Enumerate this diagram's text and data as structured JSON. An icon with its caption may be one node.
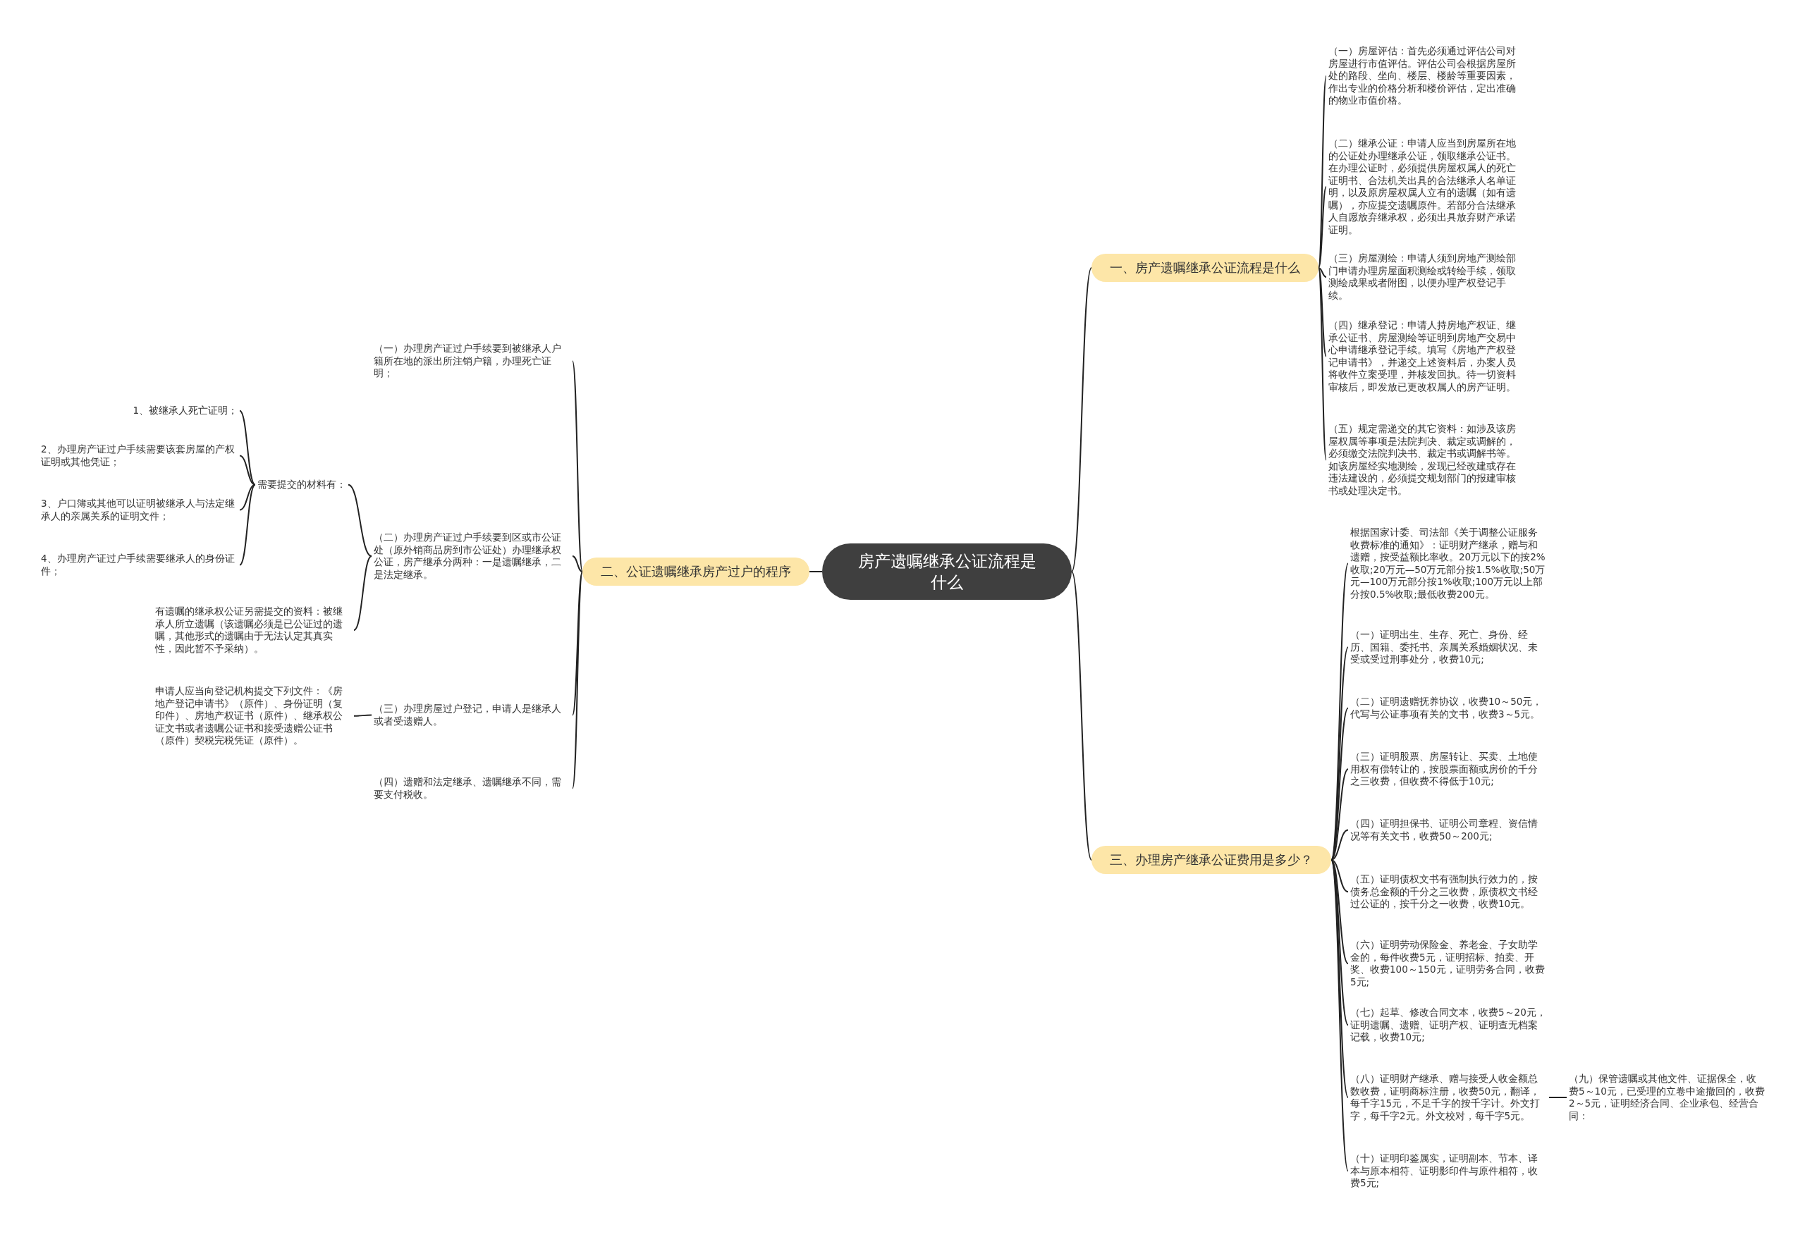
{
  "diagram": {
    "nodes": [
      {
        "text": [
          "房产遗嘱继承公证流程是什么"
        ]
      },
      {
        "text": [
          "一、房产遗嘱继承公证流程是什么"
        ]
      },
      {
        "text": [
          "（一）房屋评估：首先必须通过评估公司对房屋进行市值评估。评估公司会根据房屋所处的路段、坐向、楼层、楼龄等重要因素，作出专业的价格分析和楼价评估，定出准确的物业市值价格。"
        ]
      },
      {
        "text": [
          "（二）继承公证：申请人应当到房屋所在地的公证处办理继承公证，领取继承公证书。在办理公证时，必须提供房屋权属人的死亡证明书、合法机关出具的合法继承人名单证明，以及原房屋权属人立有的遗嘱（如有遗嘱），亦应提交遗嘱原件。若部分合法继承人自愿放弃继承权，必须出具放弃财产承诺证明。"
        ]
      },
      {
        "text": [
          "（三）房屋测绘：申请人须到房地产测绘部门申请办理房屋面积测绘或转绘手续，领取测绘成果或者附图，以便办理产权登记手续。"
        ]
      },
      {
        "text": [
          "（四）继承登记：申请人持房地产权证、继承公证书、房屋测绘等证明到房地产交易中心申请继承登记手续。填写《房地产产权登记申请书》，并递交上述资料后，办案人员将收件立案受理，并核发回执。待一切资料审核后，即发放已更改权属人的房产证明。"
        ]
      },
      {
        "text": [
          "（五）规定需递交的其它资料：如涉及该房屋权属等事项是法院判决、裁定或调解的，必须缴交法院判决书、裁定书或调解书等。如该房屋经实地测绘，发现已经改建或存在违法建设的，必须提交规划部门的报建审核书或处理决定书。"
        ]
      },
      {
        "text": [
          "二、公证遗嘱继承房产过户的程序"
        ]
      },
      {
        "text": [
          "（一）办理房产证过户手续要到被继承人户籍所在地的派出所注销户籍，办理死亡证明；"
        ]
      },
      {
        "text": [
          "（二）办理房产证过户手续要到区或市公证处（原外销商品房到市公证处）办理继承权公证，房产继承分两种：一是遗嘱继承，二是法定继承。"
        ]
      },
      {
        "text": [
          "需要提交的材料有："
        ]
      },
      {
        "text": [
          "1、被继承人死亡证明；"
        ]
      },
      {
        "text": [
          "2、办理房产证过户手续需要该套房屋的产权证明或其他凭证；"
        ]
      },
      {
        "text": [
          "3、户口簿或其他可以证明被继承人与法定继承人的亲属关系的证明文件；"
        ]
      },
      {
        "text": [
          "4、办理房产证过户手续需要继承人的身份证件；"
        ]
      },
      {
        "text": [
          "有遗嘱的继承权公证另需提交的资料：被继承人所立遗嘱（该遗嘱必须是已公证过的遗嘱，其他形式的遗嘱由于无法认定其真实性，因此暂不予采纳）。"
        ]
      },
      {
        "text": [
          "（三）办理房屋过户登记，申请人是继承人或者受遗赠人。"
        ]
      },
      {
        "text": [
          "申请人应当向登记机构提交下列文件：《房地产登记申请书》（原件）、身份证明（复印件）、房地产权证书（原件）、继承权公证文书或者遗嘱公证书和接受遗赠公证书（原件）契税完税凭证（原件）。"
        ]
      },
      {
        "text": [
          "（四）遗赠和法定继承、遗嘱继承不同，需要支付税收。"
        ]
      },
      {
        "text": [
          "三、办理房产继承公证费用是多少？"
        ]
      },
      {
        "text": [
          "根据国家计委、司法部《关于调整公证服务收费标准的通知》：证明财产继承，赠与和遗赠，按受益额比率收。20万元以下的按2%收取;20万元—50万元部分按1.5%收取;50万元—100万元部分按1%收取;100万元以上部分按0.5%收取;最低收费200元。"
        ]
      },
      {
        "text": [
          "（一）证明出生、生存、死亡、身份、经历、国籍、委托书、亲属关系婚姻状况、未受或受过刑事处分，收费10元;"
        ]
      },
      {
        "text": [
          "（二）证明遗赠抚养协议，收费10～50元，代写与公证事项有关的文书，收费3～5元。"
        ]
      },
      {
        "text": [
          "（三）证明股票、房屋转让、买卖、土地使用权有偿转让的，按股票面额或房价的千分之三收费，但收费不得低于10元;"
        ]
      },
      {
        "text": [
          "（四）证明担保书、证明公司章程、资信情况等有关文书，收费50～200元;"
        ]
      },
      {
        "text": [
          "（五）证明债权文书有强制执行效力的，按债务总金额的千分之三收费，原债权文书经过公证的，按千分之一收费，收费10元。"
        ]
      },
      {
        "text": [
          "（六）证明劳动保险金、养老金、子女助学金的，每件收费5元，证明招标、拍卖、开奖、收费100～150元，证明劳务合同，收费5元;"
        ]
      },
      {
        "text": [
          "（七）起草、修改合同文本，收费5～20元，证明遗嘱、遗赠、证明产权、证明查无档案记载，收费10元;"
        ]
      },
      {
        "text": [
          "（八）证明财产继承、赠与接受人收金额总数收费，证明商标注册，收费50元，翻译，每千字15元，不足千字的按千字计。外文打字，每千字2元。外文校对，每千字5元。"
        ]
      },
      {
        "text": [
          "（九）保管遗嘱或其他文件、证据保全，收费5～10元，已受理的立卷中途撤回的，收费2～5元，证明经济合同、企业承包、经营合同："
        ]
      },
      {
        "text": [
          "（十）证明印鉴属实，证明副本、节本、译本与原本相符、证明影印件与原件相符，收费5元;"
        ]
      }
    ],
    "edges": [
      {
        "from": 0,
        "to": 1,
        "arrow": "none"
      },
      {
        "from": 0,
        "to": 7,
        "arrow": "none"
      },
      {
        "from": 0,
        "to": 19,
        "arrow": "none"
      },
      {
        "from": 1,
        "to": 2,
        "arrow": "none"
      },
      {
        "from": 1,
        "to": 3,
        "arrow": "none"
      },
      {
        "from": 1,
        "to": 4,
        "arrow": "none"
      },
      {
        "from": 1,
        "to": 5,
        "arrow": "none"
      },
      {
        "from": 1,
        "to": 6,
        "arrow": "none"
      },
      {
        "from": 7,
        "to": 8,
        "arrow": "none"
      },
      {
        "from": 7,
        "to": 9,
        "arrow": "none"
      },
      {
        "from": 7,
        "to": 16,
        "arrow": "none"
      },
      {
        "from": 7,
        "to": 18,
        "arrow": "none"
      },
      {
        "from": 9,
        "to": 10,
        "arrow": "none"
      },
      {
        "from": 9,
        "to": 15,
        "arrow": "none"
      },
      {
        "from": 10,
        "to": 11,
        "arrow": "none"
      },
      {
        "from": 10,
        "to": 12,
        "arrow": "none"
      },
      {
        "from": 10,
        "to": 13,
        "arrow": "none"
      },
      {
        "from": 10,
        "to": 14,
        "arrow": "none"
      },
      {
        "from": 16,
        "to": 17,
        "arrow": "none"
      },
      {
        "from": 19,
        "to": 20,
        "arrow": "none"
      },
      {
        "from": 19,
        "to": 21,
        "arrow": "none"
      },
      {
        "from": 19,
        "to": 22,
        "arrow": "none"
      },
      {
        "from": 19,
        "to": 23,
        "arrow": "none"
      },
      {
        "from": 19,
        "to": 24,
        "arrow": "none"
      },
      {
        "from": 19,
        "to": 25,
        "arrow": "none"
      },
      {
        "from": 19,
        "to": 26,
        "arrow": "none"
      },
      {
        "from": 19,
        "to": 27,
        "arrow": "none"
      },
      {
        "from": 19,
        "to": 28,
        "arrow": "none"
      },
      {
        "from": 19,
        "to": 30,
        "arrow": "none"
      },
      {
        "from": 28,
        "to": 29,
        "arrow": "none"
      }
    ]
  }
}
